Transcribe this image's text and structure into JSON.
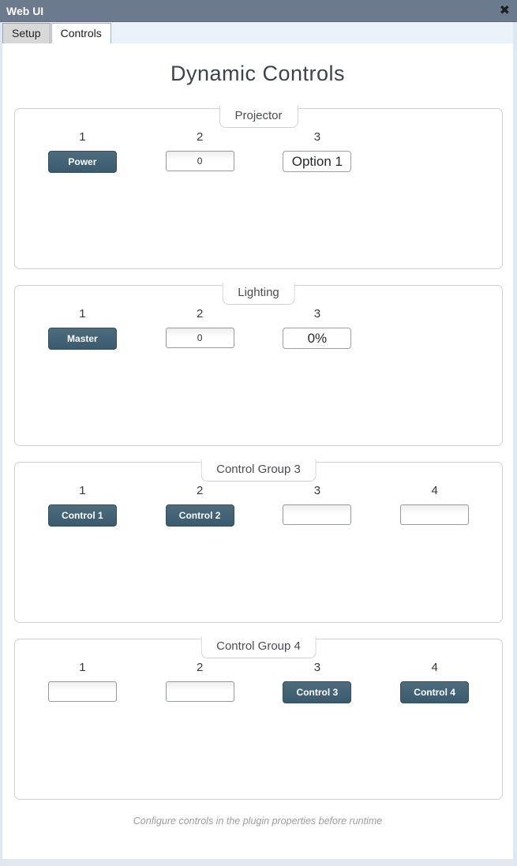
{
  "window": {
    "title": "Web UI"
  },
  "icons": {
    "close": "✖"
  },
  "tabs": [
    {
      "label": "Setup",
      "active": false
    },
    {
      "label": "Controls",
      "active": true
    }
  ],
  "page": {
    "heading": "Dynamic Controls",
    "footnote": "Configure controls in the plugin properties before runtime"
  },
  "colors": {
    "titlebar": "#6b7b8d",
    "tabstrip_bg": "#eaf2fa",
    "button": "#3f5d70",
    "button_text": "#ffffff",
    "panel_border": "#cfd2d6",
    "window_frame": "#dce8f3"
  },
  "groups": [
    {
      "title": "Projector",
      "controls": [
        {
          "col": "1",
          "type": "button",
          "label": "Power"
        },
        {
          "col": "2",
          "type": "input",
          "value": "0"
        },
        {
          "col": "3",
          "type": "select",
          "value": "Option 1"
        }
      ]
    },
    {
      "title": "Lighting",
      "controls": [
        {
          "col": "1",
          "type": "button",
          "label": "Master"
        },
        {
          "col": "2",
          "type": "input",
          "value": "0"
        },
        {
          "col": "3",
          "type": "display",
          "value": "0%"
        }
      ]
    },
    {
      "title": "Control Group 3",
      "controls": [
        {
          "col": "1",
          "type": "button",
          "label": "Control 1"
        },
        {
          "col": "2",
          "type": "button",
          "label": "Control 2"
        },
        {
          "col": "3",
          "type": "input",
          "value": ""
        },
        {
          "col": "4",
          "type": "input",
          "value": ""
        }
      ]
    },
    {
      "title": "Control Group 4",
      "controls": [
        {
          "col": "1",
          "type": "input",
          "value": ""
        },
        {
          "col": "2",
          "type": "input",
          "value": ""
        },
        {
          "col": "3",
          "type": "button",
          "label": "Control 3"
        },
        {
          "col": "4",
          "type": "button",
          "label": "Control 4"
        }
      ]
    }
  ]
}
